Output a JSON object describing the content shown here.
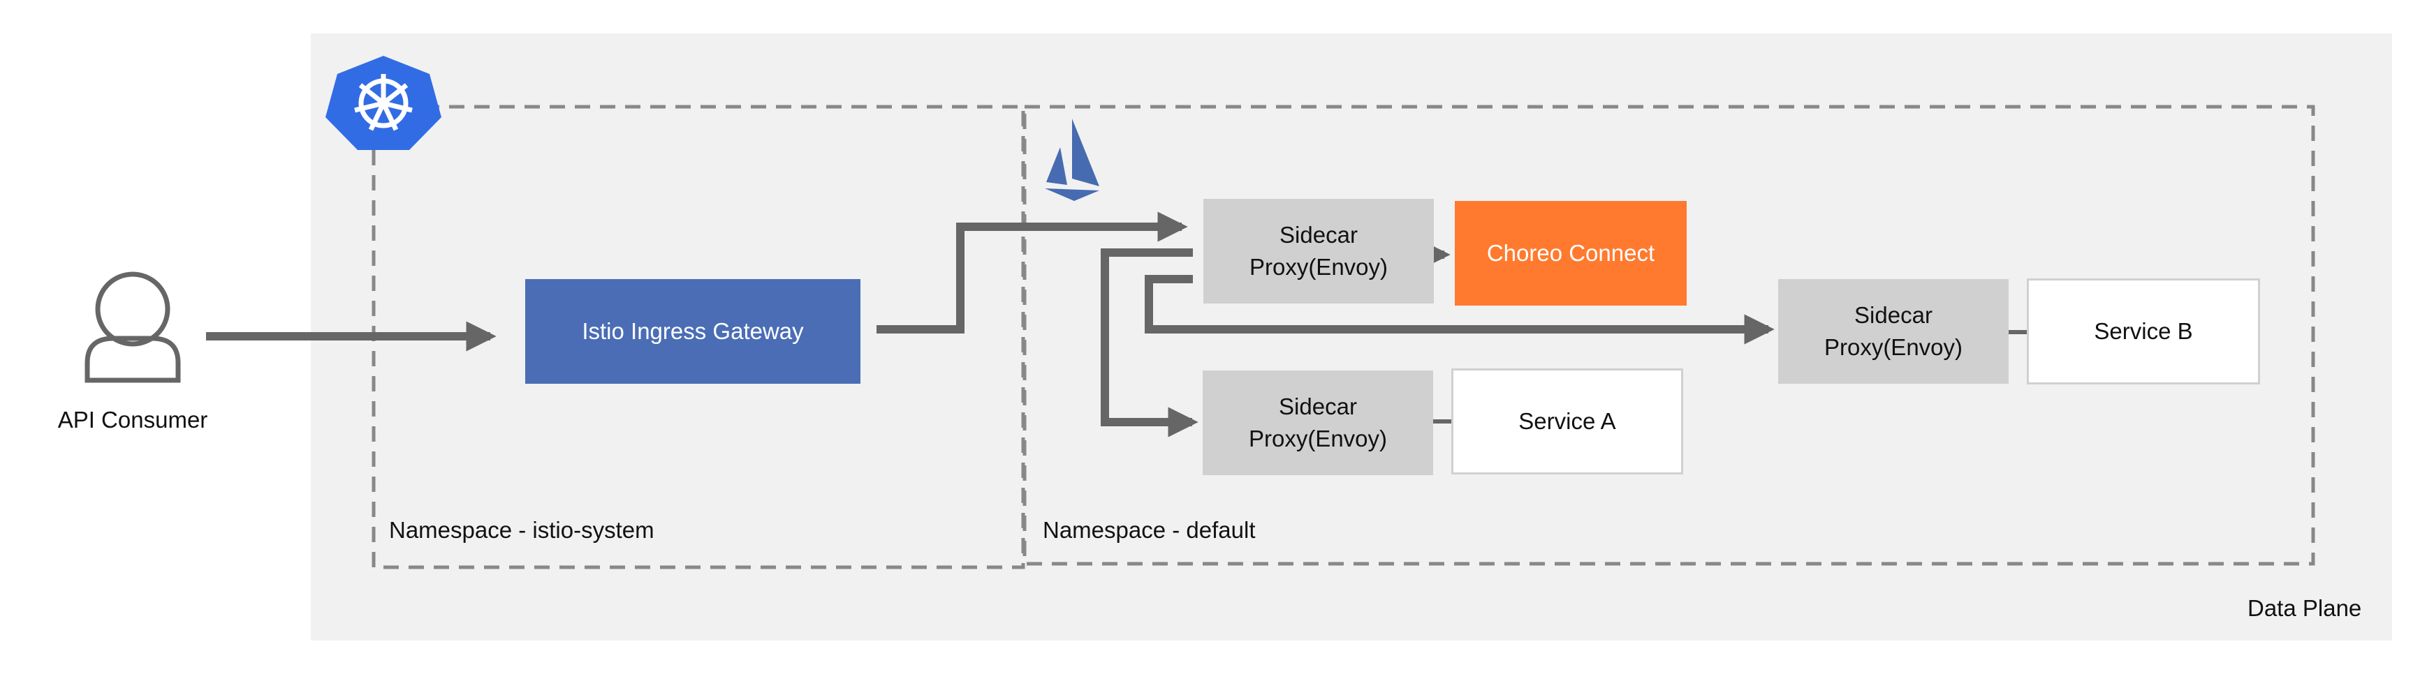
{
  "consumer": {
    "label": "API Consumer",
    "icon": "user-icon"
  },
  "gateway": {
    "label": "Istio Ingress Gateway",
    "color": "#4a6db5"
  },
  "sidecar_label": "Sidecar\nProxy(Envoy)",
  "choreo": {
    "label": "Choreo Connect",
    "color": "#ff7a2f"
  },
  "service_a": {
    "label": "Service A"
  },
  "service_b": {
    "label": "Service B"
  },
  "namespaces": {
    "istio_system": "Namespace - istio-system",
    "default": "Namespace - default"
  },
  "data_plane": {
    "label": "Data Plane",
    "background": "#f1f1f1"
  },
  "icons": {
    "kubernetes": "kubernetes-logo-icon",
    "istio": "istio-sail-logo-icon"
  },
  "colors": {
    "arrow": "#666666",
    "sidecar": "#d0d0d0",
    "dash": "#888888"
  }
}
